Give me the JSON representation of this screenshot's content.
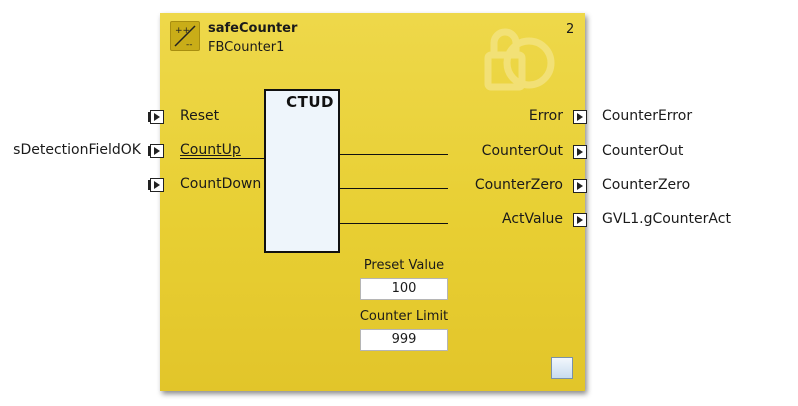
{
  "block": {
    "type_name": "safeCounter",
    "instance_name": "FBCounter1",
    "execution_order": "2",
    "logo_icon": "safe-function-icon",
    "watermark_icon": "safety-lock-gear-icon",
    "color": "#e8cf33"
  },
  "inner_fb": {
    "name": "CTUD"
  },
  "inputs": [
    {
      "label": "Reset",
      "source": ""
    },
    {
      "label": "CountUp",
      "source": "sDetectionFieldOK"
    },
    {
      "label": "CountDown",
      "source": ""
    }
  ],
  "outputs": [
    {
      "label": "Error",
      "target": "CounterError"
    },
    {
      "label": "CounterOut",
      "target": "CounterOut"
    },
    {
      "label": "CounterZero",
      "target": "CounterZero"
    },
    {
      "label": "ActValue",
      "target": "GVL1.gCounterAct"
    }
  ],
  "params": {
    "preset": {
      "label": "Preset Value",
      "value": "100"
    },
    "limit": {
      "label": "Counter Limit",
      "value": "999"
    }
  }
}
